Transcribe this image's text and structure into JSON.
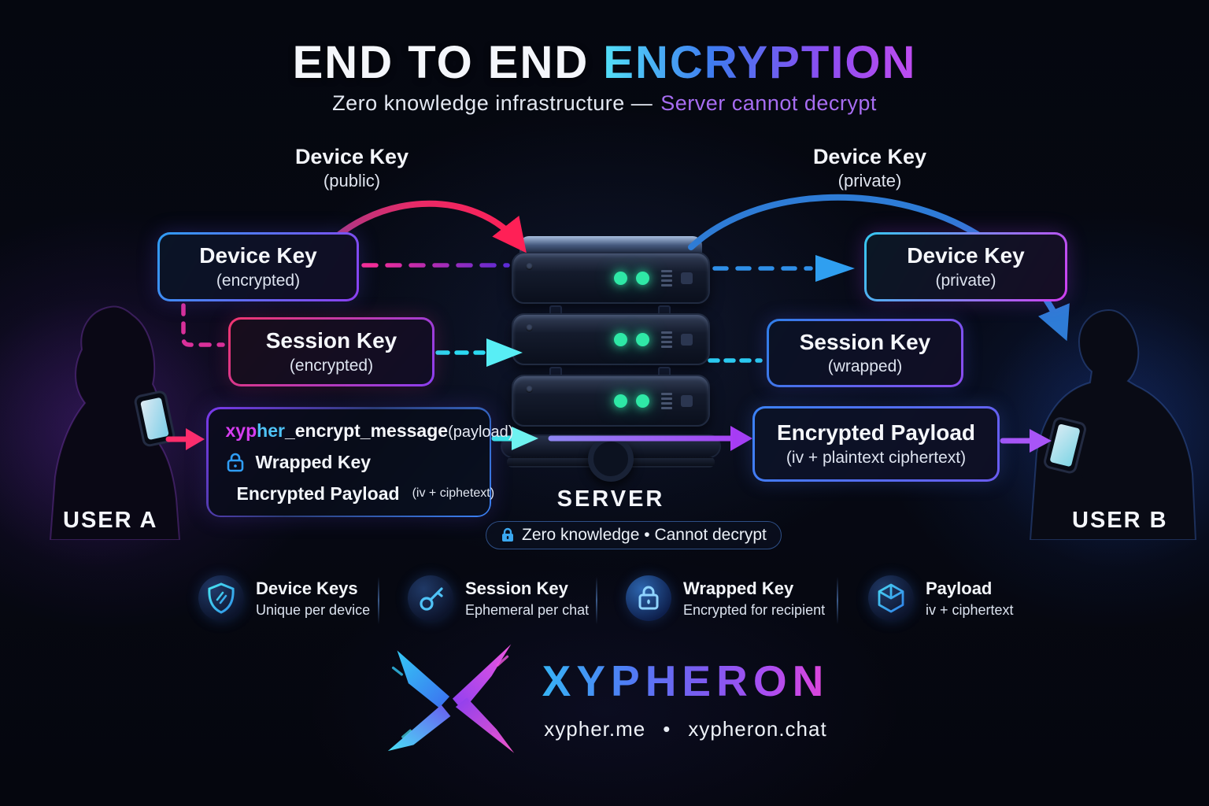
{
  "title": {
    "part1": "END TO END",
    "part2": "ENCRYPTION"
  },
  "subtitle": {
    "part1": "Zero knowledge infrastructure —",
    "part2": "Server cannot decrypt"
  },
  "flow": {
    "arc_left_title": "Device Key",
    "arc_left_sub": "(public)",
    "arc_right_title": "Device Key",
    "arc_right_sub": "(private)",
    "box_device_a_title": "Device Key",
    "box_device_a_sub": "(encrypted)",
    "box_session_a_title": "Session Key",
    "box_session_a_sub": "(encrypted)",
    "box_device_b_title": "Device Key",
    "box_device_b_sub": "(private)",
    "box_session_b_title": "Session Key",
    "box_session_b_sub": "(wrapped)",
    "box_payload_title": "Encrypted Payload",
    "box_payload_sub": "(iv + plaintext ciphertext)",
    "user_a": "USER A",
    "user_b": "USER B",
    "server": "SERVER",
    "badge": "Zero knowledge • Cannot decrypt"
  },
  "code_box": {
    "fn_seg1": "xyp",
    "fn_seg2": "her",
    "fn_seg3": "_encrypt_message",
    "fn_args": "(payload)",
    "row1_label": "Wrapped Key",
    "row2_label": "Encrypted Payload",
    "row2_note": "(iv + ciphetext)"
  },
  "legend": [
    {
      "icon": "shield",
      "title": "Device Keys",
      "sub": "Unique per device"
    },
    {
      "icon": "key",
      "title": "Session Key",
      "sub": "Ephemeral per chat"
    },
    {
      "icon": "lock",
      "title": "Wrapped Key",
      "sub": "Encrypted for recipient"
    },
    {
      "icon": "cube",
      "title": "Payload",
      "sub": "iv + ciphertext"
    }
  ],
  "footer": {
    "brand": "XYPHERON",
    "link1": "xypher.me",
    "separator": "•",
    "link2": "xypheron.chat"
  },
  "colors": {
    "background": "#05070f",
    "accent_cyan": "#22d3ee",
    "accent_blue": "#3b82f6",
    "accent_purple": "#a855f7",
    "accent_magenta": "#ef2d6e",
    "led_green": "#2fe8a6"
  }
}
